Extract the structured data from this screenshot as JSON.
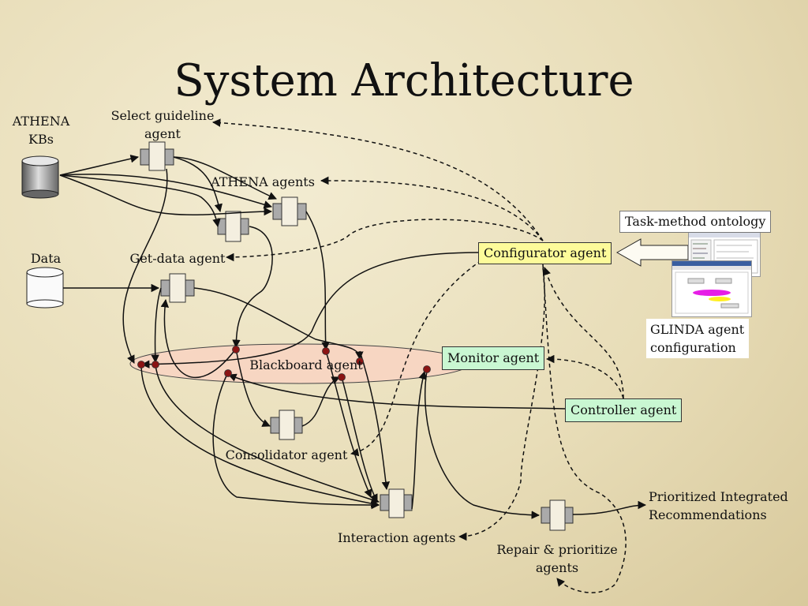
{
  "slide": {
    "title": "System Architecture"
  },
  "labels": {
    "athena_kbs_line1": "ATHENA",
    "athena_kbs_line2": "KBs",
    "data": "Data",
    "select_guideline_line1": "Select guideline",
    "select_guideline_line2": "agent",
    "athena_agents": "ATHENA agents",
    "get_data_agent": "Get-data agent",
    "blackboard_agent": "Blackboard agent",
    "consolidator_agent": "Consolidator agent",
    "interaction_agents": "Interaction agents",
    "repair_line1": "Repair & prioritize",
    "repair_line2": "agents",
    "prioritized_line1": "Prioritized Integrated",
    "prioritized_line2": "Recommendations",
    "glinda_line1": "GLINDA agent",
    "glinda_line2": "configuration"
  },
  "boxes": {
    "task_method_ontology": "Task-method ontology",
    "configurator_agent": "Configurator agent",
    "monitor_agent": "Monitor agent",
    "controller_agent": "Controller agent"
  },
  "colors": {
    "configurator_fill": "#fdfb9a",
    "monitor_fill": "#c9f7d2",
    "controller_fill": "#c9f7d2",
    "blackboard_fill": "#f7d6c2",
    "port_dot": "#8b1414"
  }
}
